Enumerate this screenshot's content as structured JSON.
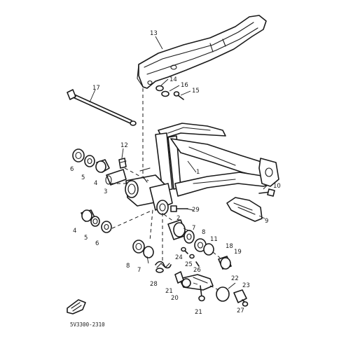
{
  "diagram_code": "5V3300-2310",
  "callouts": [
    {
      "id": "c13a",
      "text": "13"
    },
    {
      "id": "c14",
      "text": "14"
    },
    {
      "id": "c16",
      "text": "16"
    },
    {
      "id": "c15",
      "text": "15"
    },
    {
      "id": "c17",
      "text": "17"
    },
    {
      "id": "c12",
      "text": "12"
    },
    {
      "id": "c1",
      "text": "1"
    },
    {
      "id": "c10",
      "text": "10"
    },
    {
      "id": "c6a",
      "text": "6"
    },
    {
      "id": "c5a",
      "text": "5"
    },
    {
      "id": "c4a",
      "text": "4"
    },
    {
      "id": "c3",
      "text": "3"
    },
    {
      "id": "c9",
      "text": "9"
    },
    {
      "id": "c29",
      "text": "29"
    },
    {
      "id": "c4b",
      "text": "4"
    },
    {
      "id": "c5b",
      "text": "5"
    },
    {
      "id": "c6b",
      "text": "6"
    },
    {
      "id": "c2",
      "text": "2"
    },
    {
      "id": "c7a",
      "text": "7"
    },
    {
      "id": "c8a",
      "text": "8"
    },
    {
      "id": "c11",
      "text": "11"
    },
    {
      "id": "c18",
      "text": "18"
    },
    {
      "id": "c19",
      "text": "19"
    },
    {
      "id": "c24",
      "text": "24"
    },
    {
      "id": "c25",
      "text": "25"
    },
    {
      "id": "c26",
      "text": "26"
    },
    {
      "id": "c8b",
      "text": "8"
    },
    {
      "id": "c7b",
      "text": "7"
    },
    {
      "id": "c28",
      "text": "28"
    },
    {
      "id": "c21a",
      "text": "21"
    },
    {
      "id": "c20",
      "text": "20"
    },
    {
      "id": "c22",
      "text": "22"
    },
    {
      "id": "c23",
      "text": "23"
    },
    {
      "id": "c27",
      "text": "27"
    },
    {
      "id": "c21b",
      "text": "21"
    }
  ]
}
